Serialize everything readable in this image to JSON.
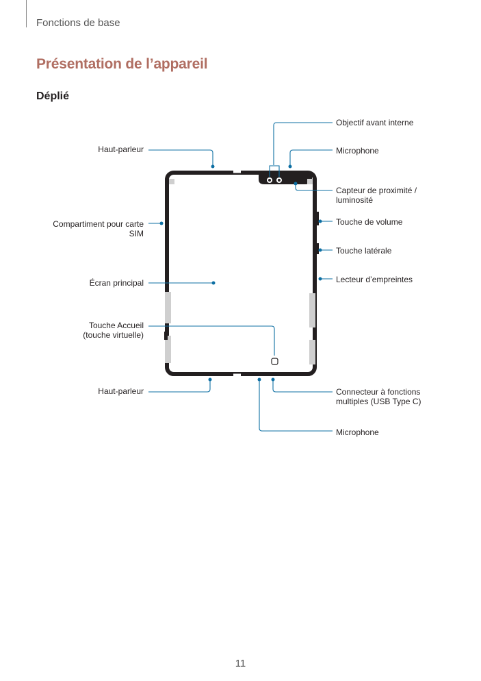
{
  "header": {
    "section": "Fonctions de base"
  },
  "title": "Présentation de l’appareil",
  "subtitle": "Déplié",
  "labels": {
    "front_camera": "Objectif avant interne",
    "mic_top": "Microphone",
    "speaker_top": "Haut-parleur",
    "proximity_line1": "Capteur de proximité /",
    "proximity_line2": "luminosité",
    "sim_line1": "Compartiment pour carte",
    "sim_line2": "SIM",
    "volume": "Touche de volume",
    "side_key": "Touche latérale",
    "main_screen": "Écran principal",
    "fingerprint": "Lecteur d’empreintes",
    "home_line1": "Touche Accueil",
    "home_line2": "(touche virtuelle)",
    "speaker_bottom": "Haut-parleur",
    "usb_line1": "Connecteur à fonctions",
    "usb_line2": "multiples (USB Type C)",
    "mic_bottom": "Microphone"
  },
  "page_number": "11",
  "colors": {
    "accent": "#b06e62",
    "callout": "#0d6fa3",
    "device": "#231f20"
  }
}
